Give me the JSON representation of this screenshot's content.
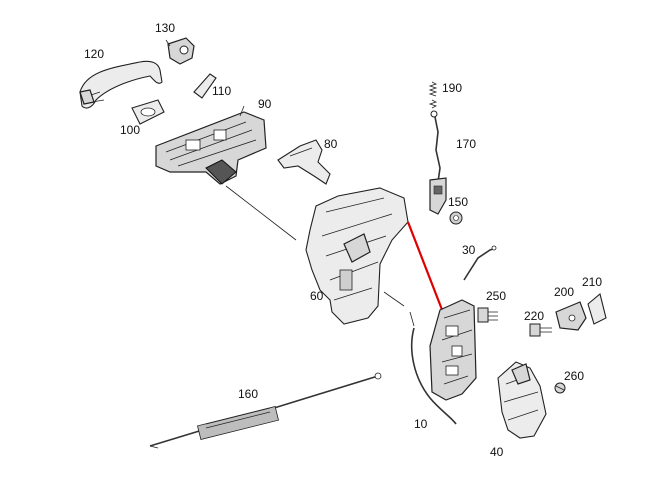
{
  "diagram": {
    "background": "#ffffff",
    "arrow_color": "#e00000",
    "parts": [
      {
        "id": "120",
        "label": "120"
      },
      {
        "id": "130",
        "label": "130"
      },
      {
        "id": "110",
        "label": "110"
      },
      {
        "id": "100",
        "label": "100"
      },
      {
        "id": "90",
        "label": "90"
      },
      {
        "id": "80",
        "label": "80"
      },
      {
        "id": "190",
        "label": "190"
      },
      {
        "id": "170",
        "label": "170"
      },
      {
        "id": "150",
        "label": "150"
      },
      {
        "id": "30",
        "label": "30"
      },
      {
        "id": "60",
        "label": "60"
      },
      {
        "id": "250",
        "label": "250"
      },
      {
        "id": "200",
        "label": "200"
      },
      {
        "id": "210",
        "label": "210"
      },
      {
        "id": "220",
        "label": "220"
      },
      {
        "id": "260",
        "label": "260"
      },
      {
        "id": "160",
        "label": "160"
      },
      {
        "id": "10",
        "label": "10"
      },
      {
        "id": "40",
        "label": "40"
      }
    ]
  }
}
